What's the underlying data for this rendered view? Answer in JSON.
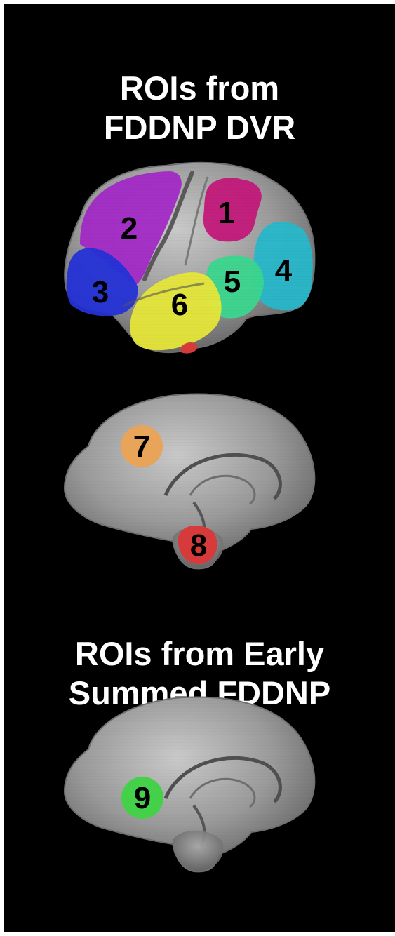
{
  "headings": {
    "dvr": {
      "line1": "ROIs from",
      "line2": "FDDNP DVR"
    },
    "early": {
      "line1": "ROIs from Early",
      "line2": "Summed FDDNP"
    }
  },
  "rois": [
    {
      "number": "1",
      "color": "#c2187a"
    },
    {
      "number": "2",
      "color": "#a326c7"
    },
    {
      "number": "3",
      "color": "#2432d6"
    },
    {
      "number": "4",
      "color": "#27b7c9"
    },
    {
      "number": "5",
      "color": "#3ad68e"
    },
    {
      "number": "6",
      "color": "#e6e63a"
    },
    {
      "number": "7",
      "color": "#e8a55a"
    },
    {
      "number": "8",
      "color": "#d63a3a"
    },
    {
      "number": "9",
      "color": "#45d04a"
    }
  ],
  "colors": {
    "background": "#000000",
    "brain_surface": "#9a9a9a"
  }
}
